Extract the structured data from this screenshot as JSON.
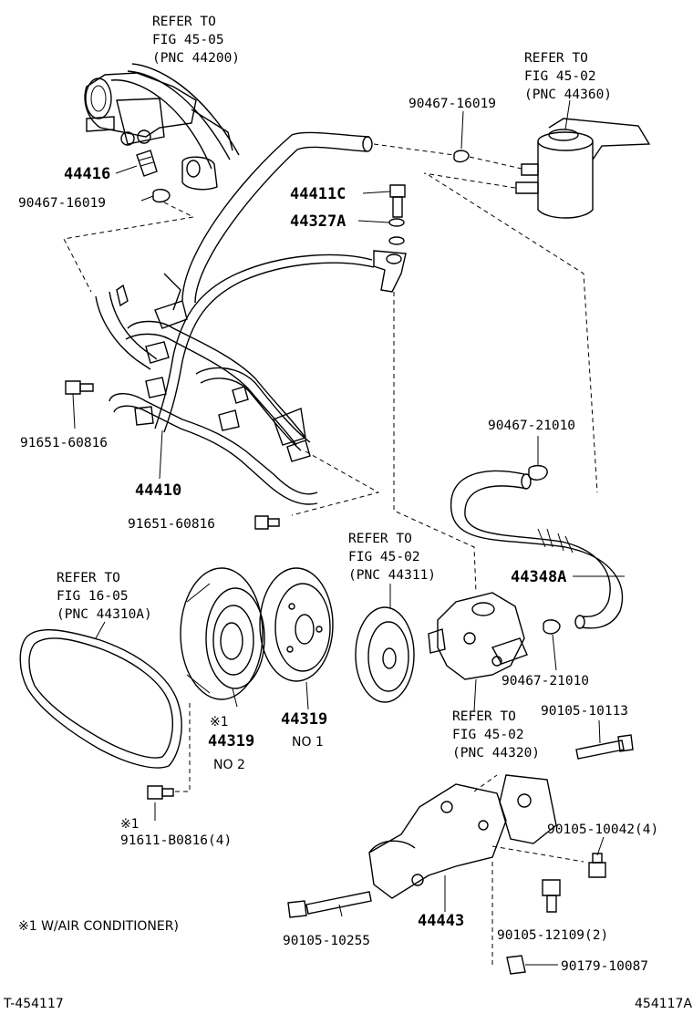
{
  "callouts": {
    "refer_44200": [
      "REFER TO",
      "FIG 45-05",
      "(PNC 44200)"
    ],
    "refer_44360": [
      "REFER TO",
      "FIG 45-02",
      "(PNC 44360)"
    ],
    "refer_44310a": [
      "REFER TO",
      "FIG 16-05",
      "(PNC 44310A)"
    ],
    "refer_44311": [
      "REFER TO",
      "FIG 45-02",
      "(PNC 44311)"
    ],
    "refer_44320": [
      "REFER TO",
      "FIG 45-02",
      "(PNC 44320)"
    ]
  },
  "parts": {
    "p44416": "44416",
    "p90467_16019_left": "90467-16019",
    "p90467_16019_top": "90467-16019",
    "p44411c": "44411C",
    "p44327a": "44327A",
    "p91651_60816_left": "91651-60816",
    "p44410": "44410",
    "p91651_60816_mid": "91651-60816",
    "p90467_21010_upper": "90467-21010",
    "p44348a": "44348A",
    "p90467_21010_lower": "90467-21010",
    "p44319_no2": "44319",
    "p44319_no1": "44319",
    "no2": "NO 2",
    "no1": "NO 1",
    "mark1_a": "※1",
    "mark1_b": "※1",
    "p91611_b0816": "91611-B0816(4)",
    "p90105_10113": "90105-10113",
    "p90105_10042": "90105-10042(4)",
    "p44443": "44443",
    "p90105_12109": "90105-12109(2)",
    "p90105_10255": "90105-10255",
    "p90179_10087": "90179-10087"
  },
  "footnote": "※1 W/AIR CONDITIONER)",
  "footer": {
    "left_code": "T-454117",
    "right_code": "454117A"
  }
}
